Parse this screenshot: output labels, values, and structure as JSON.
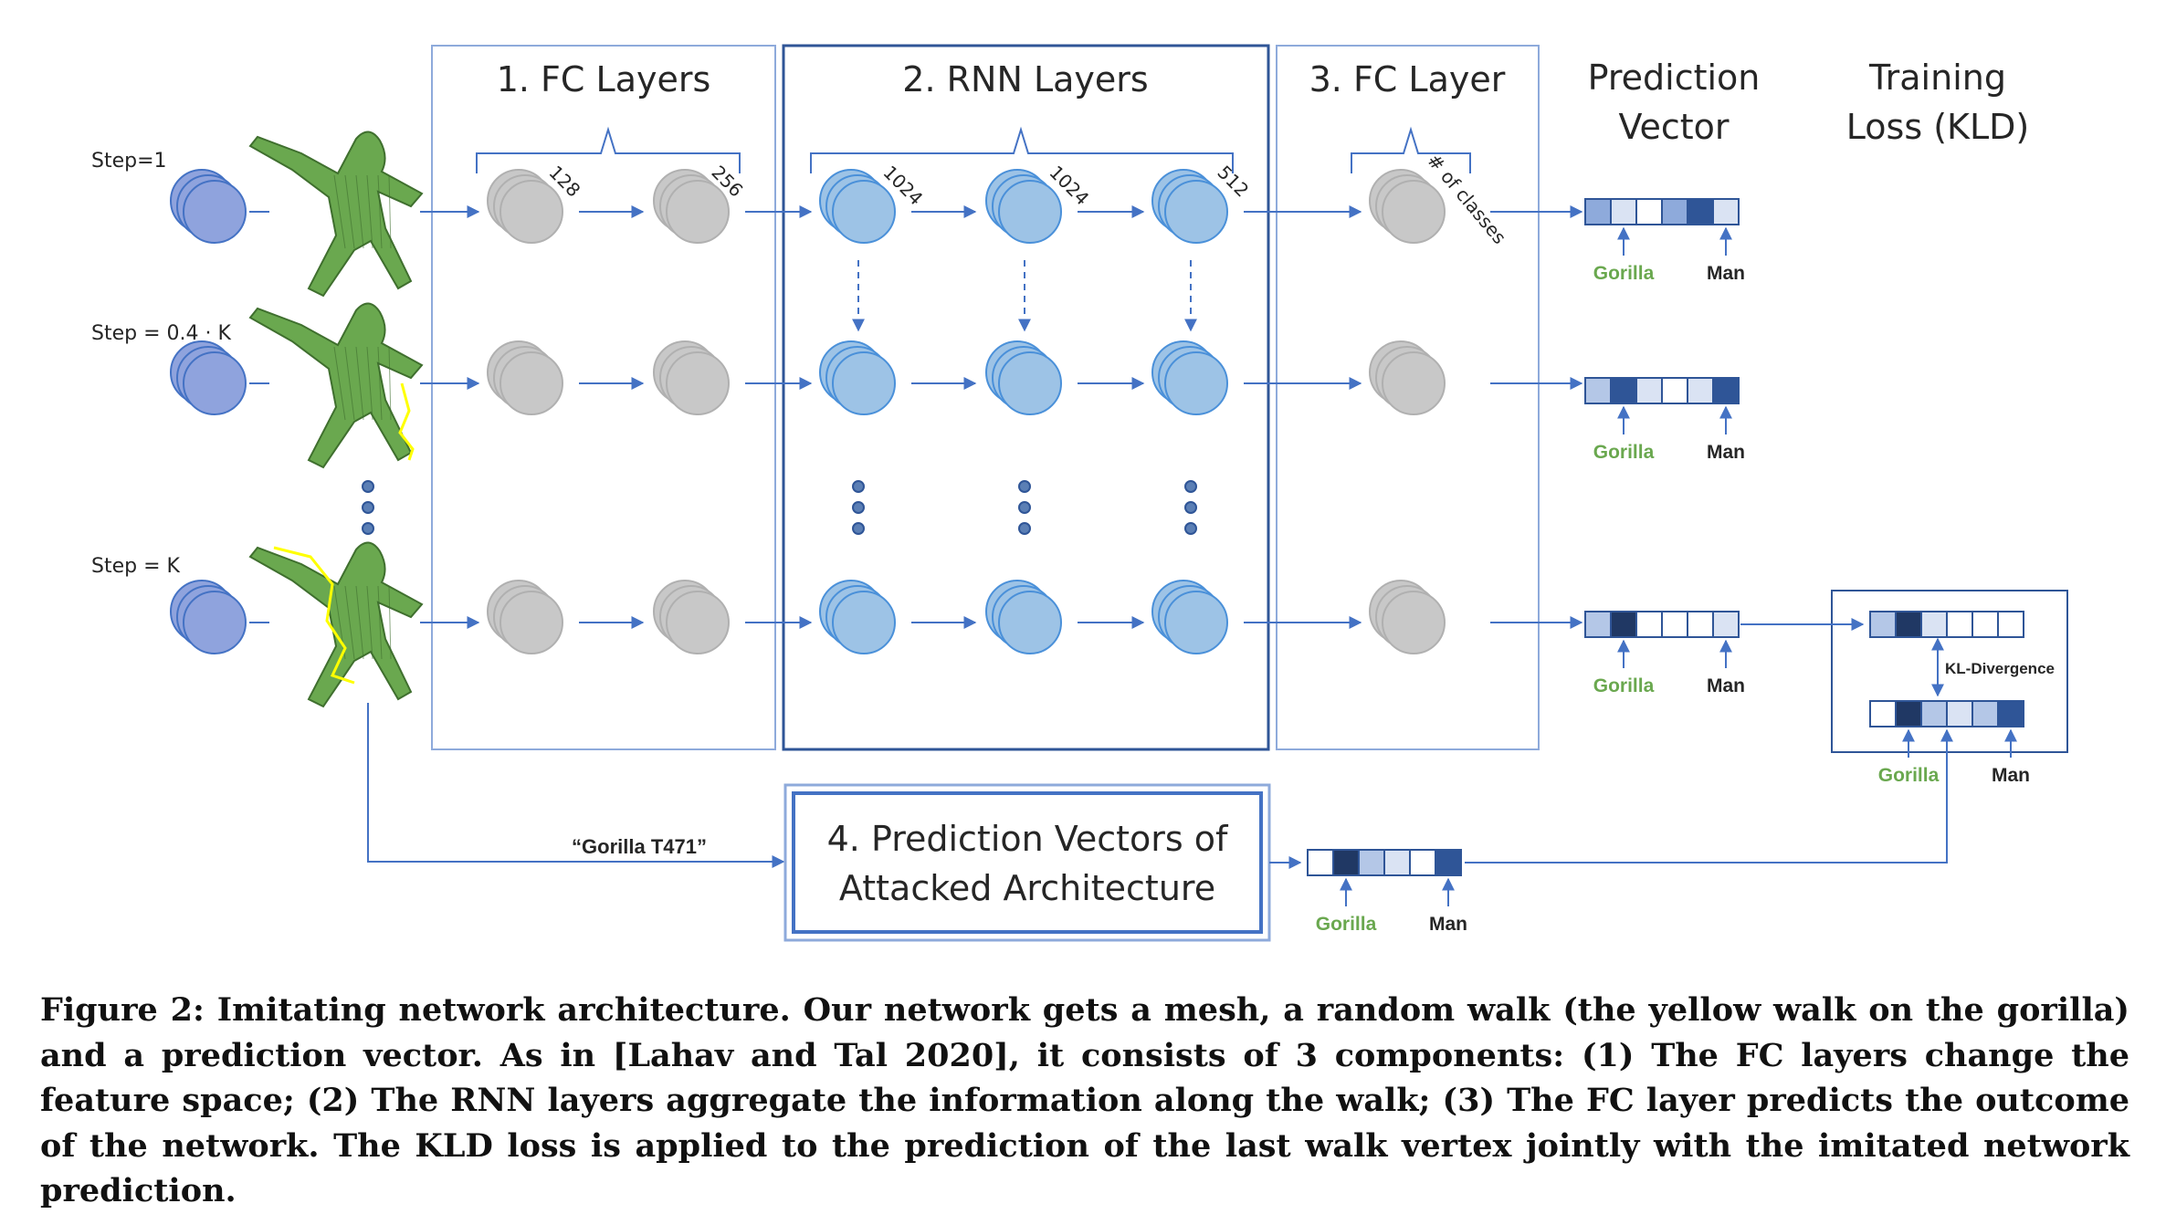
{
  "headers": {
    "fc_layers": "1. FC Layers",
    "rnn_layers": "2. RNN Layers",
    "fc_layer": "3. FC Layer",
    "prediction_vector_line1": "Prediction",
    "prediction_vector_line2": "Vector",
    "training_loss_line1": "Training",
    "training_loss_line2": "Loss (KLD)"
  },
  "steps": [
    "Step=1",
    "Step = 0.4 · K",
    "Step = K"
  ],
  "layer_sizes": {
    "fc1": "128",
    "fc2": "256",
    "rnn1": "1024",
    "rnn2": "1024",
    "rnn3": "512",
    "fc_out": "# of classes"
  },
  "labels": {
    "gorilla": "Gorilla",
    "man": "Man",
    "kl_divergence": "KL-Divergence",
    "input_name": "“Gorilla T471”",
    "attacked_line1": "4. Prediction Vectors of",
    "attacked_line2": "Attacked Architecture"
  },
  "vectors": {
    "row1": [
      "#8eaadb",
      "#dae3f3",
      "#ffffff",
      "#8eaadb",
      "#2f5597",
      "#dae3f3"
    ],
    "row2": [
      "#b4c7e7",
      "#2f5597",
      "#dae3f3",
      "#ffffff",
      "#dae3f3",
      "#2f5597"
    ],
    "row3": [
      "#b4c7e7",
      "#203864",
      "#ffffff",
      "#ffffff",
      "#ffffff",
      "#dae3f3"
    ],
    "kl_top": [
      "#b4c7e7",
      "#203864",
      "#dae3f3",
      "#ffffff",
      "#ffffff",
      "#ffffff"
    ],
    "kl_bottom": [
      "#ffffff",
      "#203864",
      "#b4c7e7",
      "#dae3f3",
      "#b4c7e7",
      "#2f5597"
    ],
    "attacked": [
      "#ffffff",
      "#203864",
      "#b4c7e7",
      "#dae3f3",
      "#ffffff",
      "#2f5597"
    ]
  },
  "colors": {
    "box_border": "#8eaadb",
    "box_border_dark": "#2f5597",
    "arrow": "#4472c4",
    "gray_node": "#c8c8c8",
    "blue_node": "#9dc3e6",
    "input_node": "#8fa3dd",
    "mesh": "#6aa84f",
    "walk": "#ffff00"
  },
  "caption": "Figure 2: Imitating network architecture. Our network gets a mesh, a random walk (the yellow walk on the gorilla) and a prediction vector. As in [Lahav and Tal 2020], it consists of 3 components: (1) The FC layers change the feature space; (2) The RNN layers aggregate the information along the walk; (3) The FC layer predicts the outcome of the network. The KLD loss is applied to the prediction of the last walk vertex jointly with the imitated network prediction."
}
